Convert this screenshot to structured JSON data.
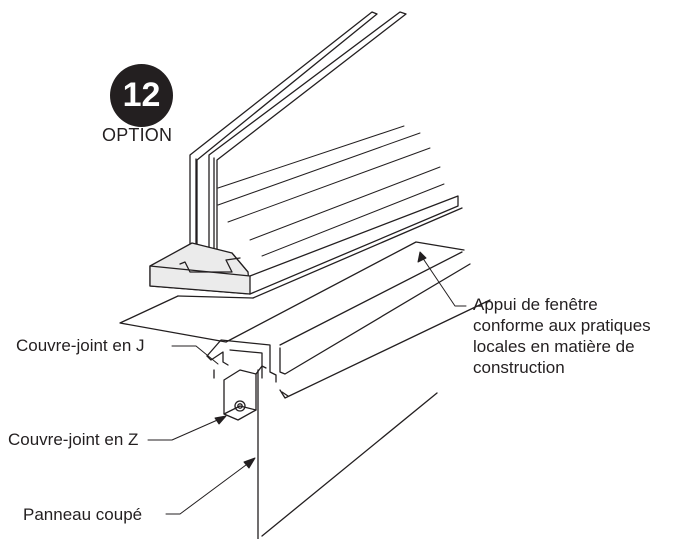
{
  "badge": {
    "number": "12",
    "caption": "OPTION"
  },
  "callouts": {
    "appui": [
      "Appui de fenêtre",
      "conforme aux pratiques",
      "locales en matière de",
      "construction"
    ],
    "couvre_joint_j": "Couvre-joint en J",
    "couvre_joint_z": "Couvre-joint en Z",
    "panneau": "Panneau coupé"
  },
  "colors": {
    "line": "#231f20",
    "badge_fill": "#231f20",
    "sill_fill": "#ebebeb"
  }
}
